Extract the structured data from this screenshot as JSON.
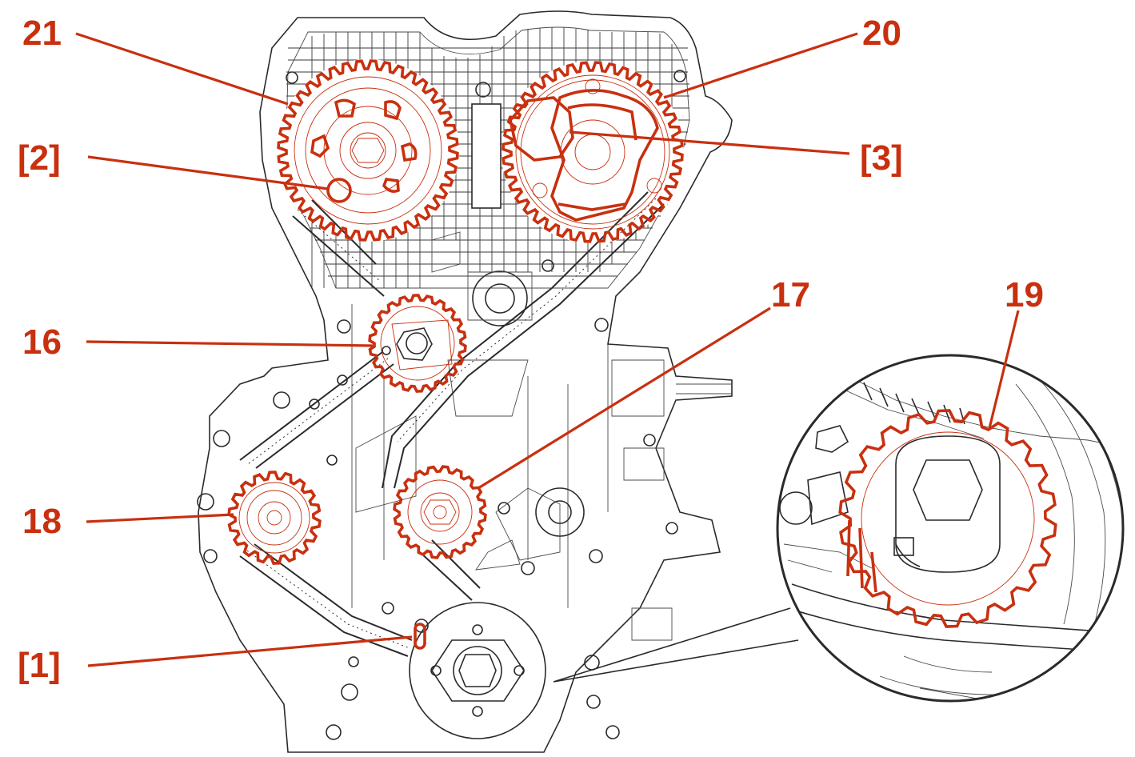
{
  "colors": {
    "accent": "#c8300f",
    "line": "#2a2a2a",
    "background": "#ffffff"
  },
  "labels": {
    "l21": "21",
    "l20": "20",
    "l2": "[2]",
    "l3": "[3]",
    "l16": "16",
    "l17": "17",
    "l19": "19",
    "l18": "18",
    "l1": "[1]"
  }
}
